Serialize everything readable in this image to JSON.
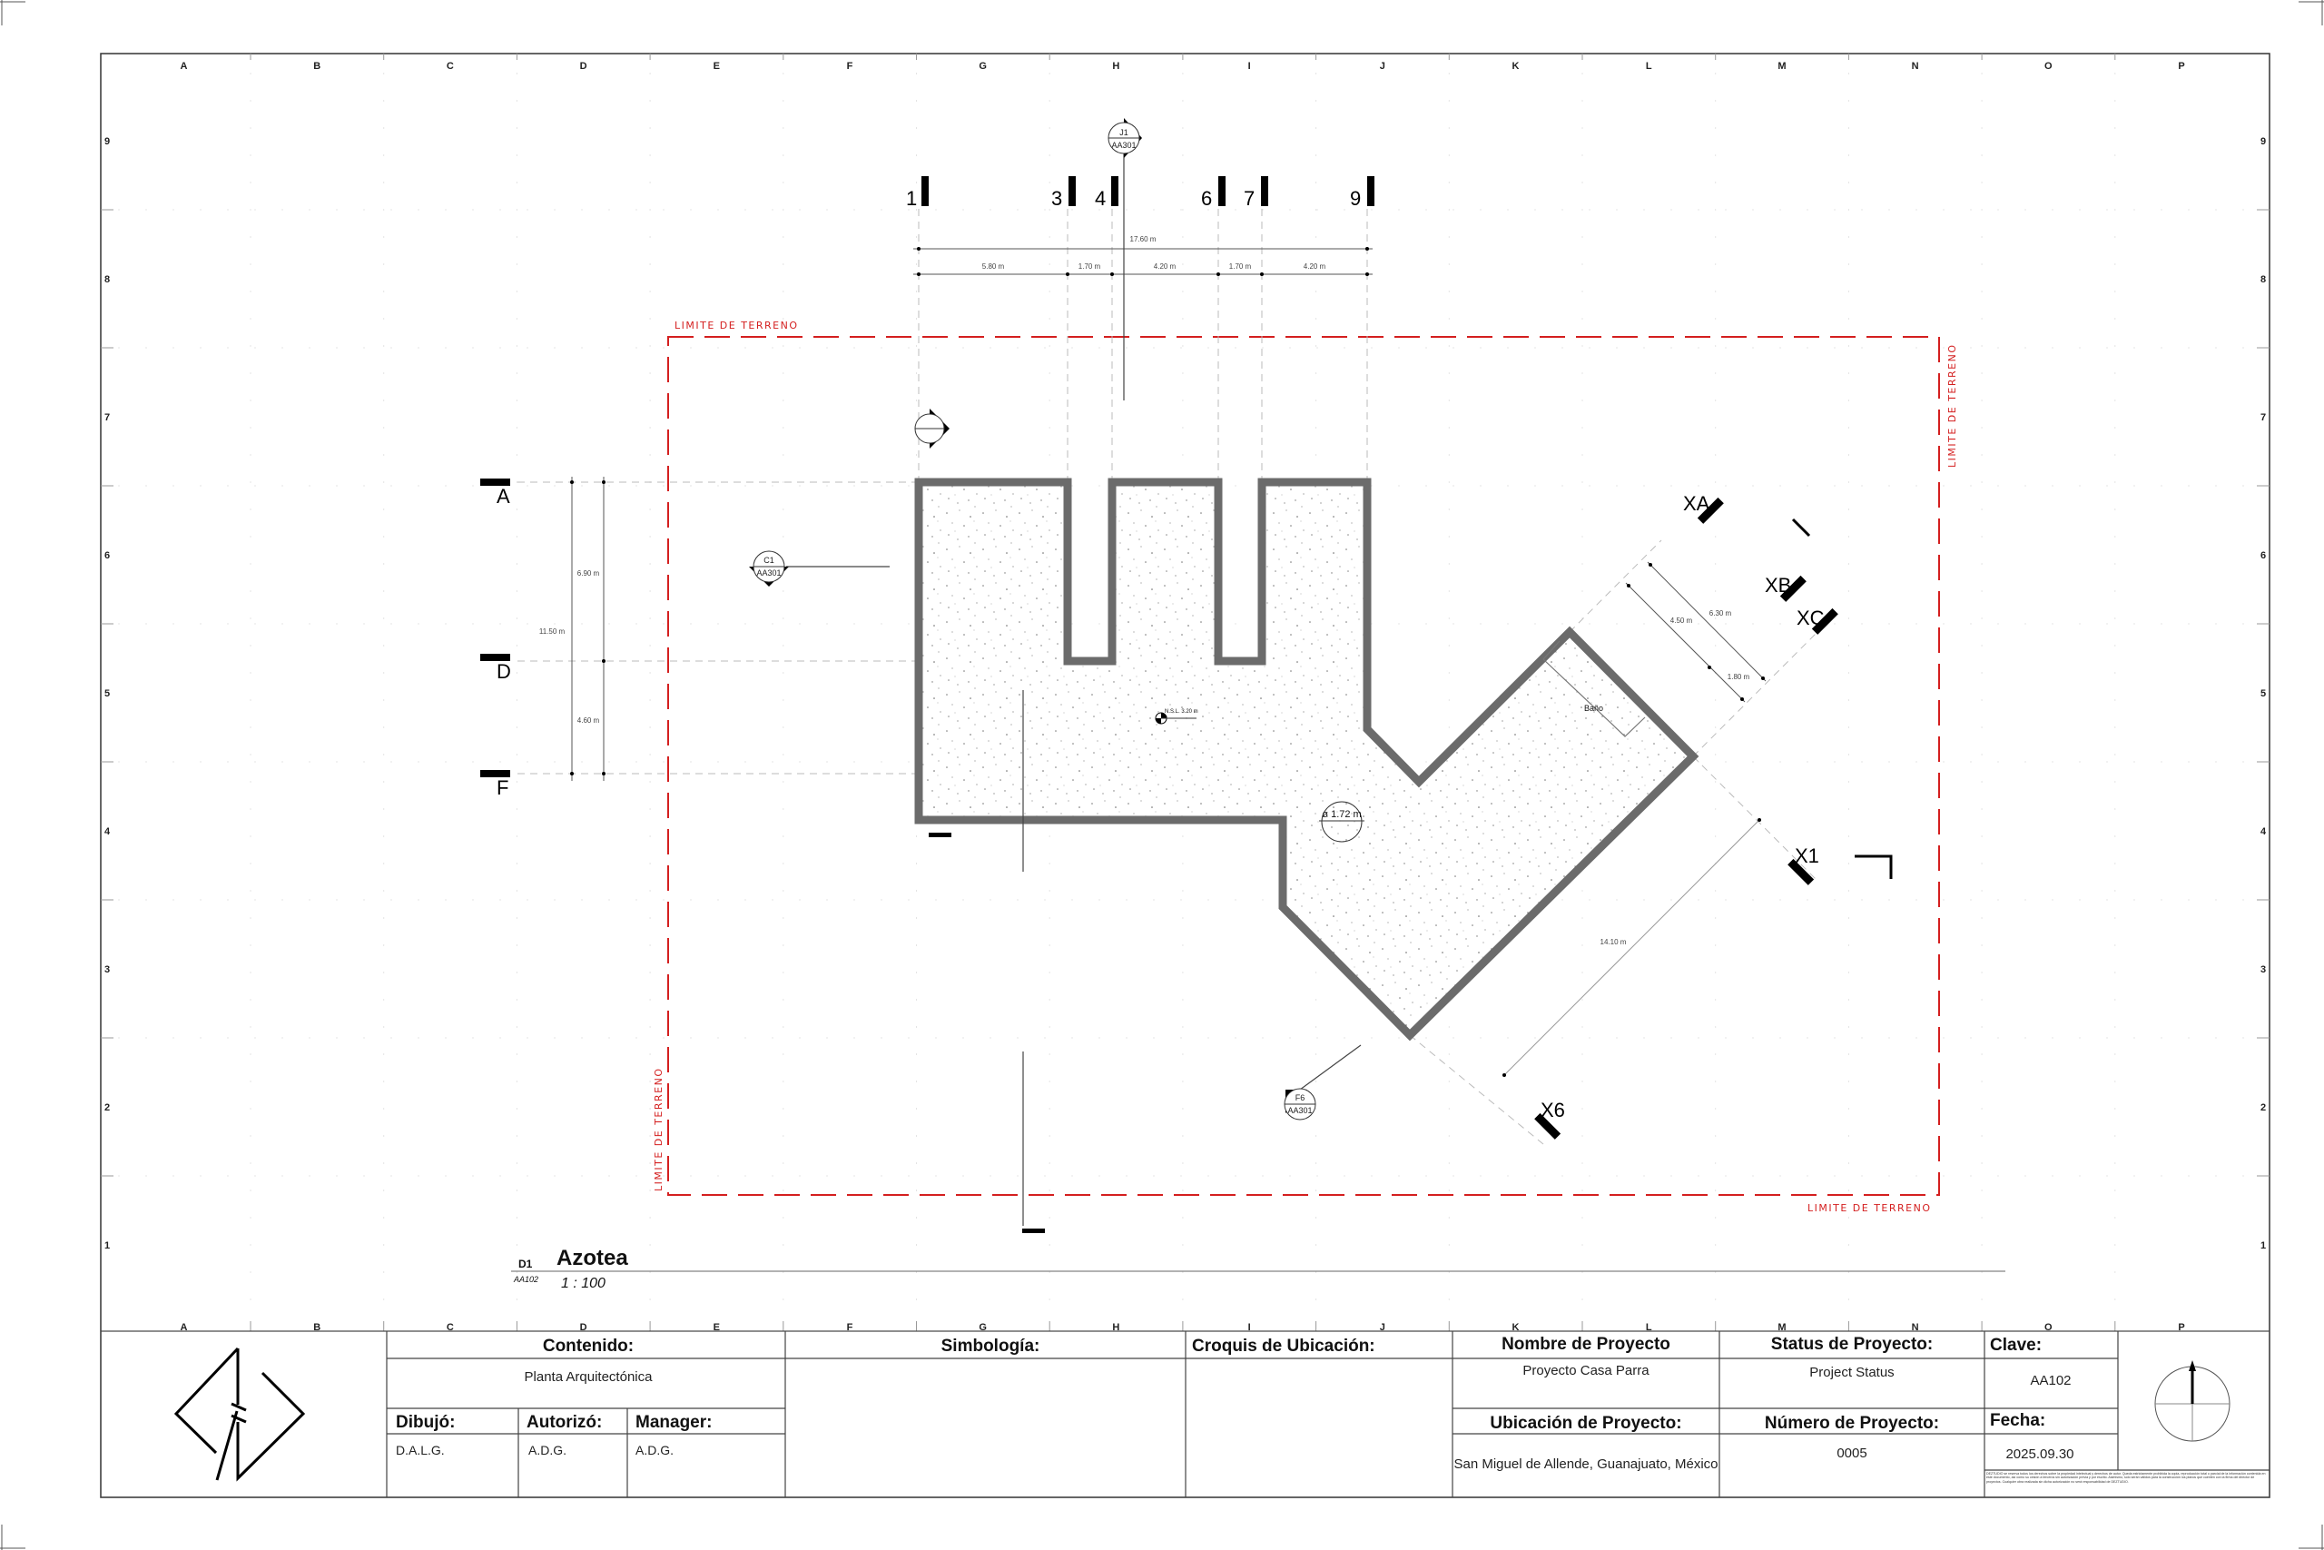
{
  "grid": {
    "columns": [
      "A",
      "B",
      "C",
      "D",
      "E",
      "F",
      "G",
      "H",
      "I",
      "J",
      "K",
      "L",
      "M",
      "N",
      "O",
      "P"
    ],
    "rows": [
      "9",
      "8",
      "7",
      "6",
      "5",
      "4",
      "3",
      "2",
      "1"
    ]
  },
  "plan": {
    "property_label": "LIMITE DE TERRENO",
    "title": "Azotea",
    "view_id": "D1",
    "sheet_ref": "AA102",
    "scale": "1 : 100",
    "room_label": "Baño",
    "level_tag": "N.S.L. 3.20 m",
    "diameter_tag": "ø 1.72 m",
    "grid_markers_top": [
      "1",
      "3",
      "4",
      "6",
      "7",
      "9"
    ],
    "grid_markers_left": [
      "A",
      "D",
      "F"
    ],
    "grid_markers_diagonal": [
      "XA",
      "XB",
      "XC",
      "X1",
      "X6"
    ],
    "dimensions": {
      "top_total": "17.60 m",
      "top_segments": [
        "5.80 m",
        "1.70 m",
        "4.20 m",
        "1.70 m",
        "4.20 m"
      ],
      "left_total": "11.50 m",
      "left_segments": [
        "6.90 m",
        "4.60 m"
      ],
      "diag_total": "6.30 m",
      "diag_segments": [
        "4.50 m",
        "1.80 m"
      ],
      "diag_long": "14.10 m"
    },
    "section_tags": [
      {
        "id": "J1",
        "sheet": "AA301"
      },
      {
        "id": "C1",
        "sheet": "AA301"
      },
      {
        "id": "F6",
        "sheet": "AA301"
      }
    ]
  },
  "title_block": {
    "contenido_label": "Contenido:",
    "contenido_value": "Planta Arquitectónica",
    "simbologia_label": "Simbología:",
    "croquis_label": "Croquis de Ubicación:",
    "dibujo_label": "Dibujó:",
    "dibujo_value": "D.A.L.G.",
    "autorizo_label": "Autorizó:",
    "autorizo_value": "A.D.G.",
    "manager_label": "Manager:",
    "manager_value": "A.D.G.",
    "nombre_label": "Nombre de Proyecto",
    "nombre_value": "Proyecto Casa Parra",
    "status_label": "Status de Proyecto:",
    "status_value": "Project Status",
    "clave_label": "Clave:",
    "clave_value": "AA102",
    "ubicacion_label": "Ubicación de Proyecto:",
    "ubicacion_value": "San Miguel de Allende, Guanajuato, México",
    "numero_label": "Número de Proyecto:",
    "numero_value": "0005",
    "fecha_label": "Fecha:",
    "fecha_value": "2025.09.30",
    "disclaimer": "DEZTUDIO se reserva todos los derechos sobre la propiedad intelectual y derechos de autor. Queda estrictamente prohibida la copia, reproducción total o parcial de la información contenida en este documento, así como su cesión a terceros sin autorización previa y por escrito. Asimismo, solo serán válidos para la construcción los planos que cuenten con la firma del director de proyectos. Cualquier obra realizada sin dicha autorización no será responsabilidad de DEZTUDIO."
  },
  "colors": {
    "property_line": "#d41f1f",
    "wall": "#6b6b6b",
    "frame": "#333333"
  }
}
